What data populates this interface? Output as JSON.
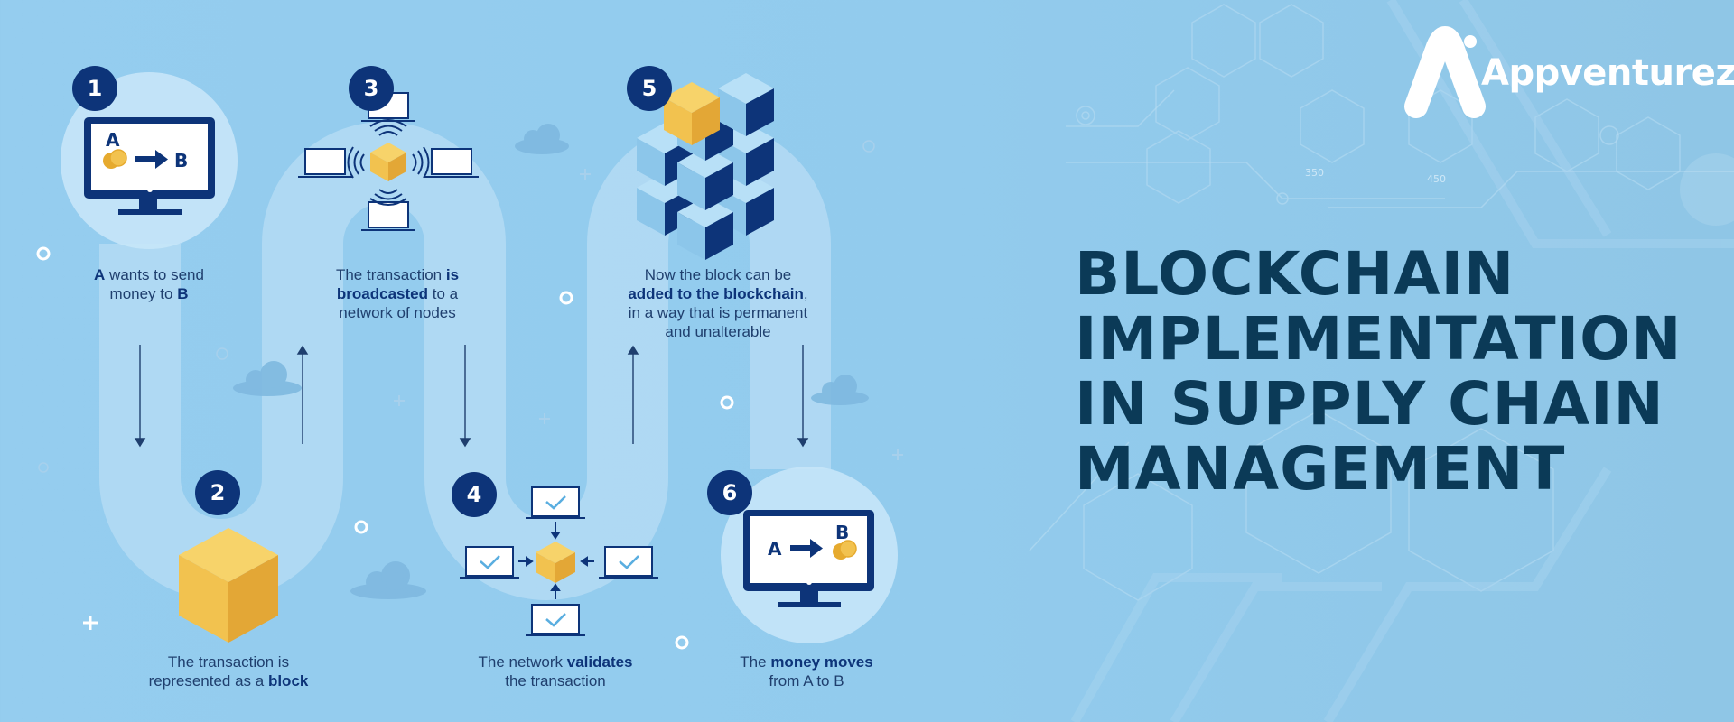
{
  "brand": {
    "name": "Appventurez"
  },
  "headline": {
    "lines": [
      "BLOCKCHAIN",
      "IMPLEMENTATION",
      "IN SUPPLY CHAIN",
      "MANAGEMENT"
    ]
  },
  "steps": [
    {
      "number": "1",
      "screen_from": "A",
      "screen_to": "B",
      "caption": [
        [
          {
            "t": "A",
            "b": true
          },
          {
            "t": " wants to send",
            "b": false
          }
        ],
        [
          {
            "t": "money to ",
            "b": false
          },
          {
            "t": "B",
            "b": true
          }
        ]
      ]
    },
    {
      "number": "2",
      "caption": [
        [
          {
            "t": "The transaction is",
            "b": false
          }
        ],
        [
          {
            "t": "represented as a ",
            "b": false
          },
          {
            "t": "block",
            "b": true
          }
        ]
      ]
    },
    {
      "number": "3",
      "caption": [
        [
          {
            "t": "The transaction ",
            "b": false
          },
          {
            "t": "is",
            "b": true
          }
        ],
        [
          {
            "t": "broadcasted",
            "b": true
          },
          {
            "t": " to a",
            "b": false
          }
        ],
        [
          {
            "t": "network of nodes",
            "b": false
          }
        ]
      ]
    },
    {
      "number": "4",
      "caption": [
        [
          {
            "t": "The network ",
            "b": false
          },
          {
            "t": "validates",
            "b": true
          }
        ],
        [
          {
            "t": "the transaction",
            "b": false
          }
        ]
      ]
    },
    {
      "number": "5",
      "caption": [
        [
          {
            "t": "Now the block can be",
            "b": false
          }
        ],
        [
          {
            "t": "added to the blockchain",
            "b": true
          },
          {
            "t": ",",
            "b": false
          }
        ],
        [
          {
            "t": "in a way that is permanent",
            "b": false
          }
        ],
        [
          {
            "t": "and unalterable",
            "b": false
          }
        ]
      ]
    },
    {
      "number": "6",
      "screen_from": "A",
      "screen_to": "B",
      "caption": [
        [
          {
            "t": "The ",
            "b": false
          },
          {
            "t": "money moves",
            "b": true
          }
        ],
        [
          {
            "t": "from A to B",
            "b": false
          }
        ]
      ]
    }
  ],
  "decor_numbers": [
    "350",
    "450"
  ],
  "colors": {
    "navy": "#0d3479",
    "gold": "#f2c24f",
    "headline": "#0b3a57",
    "path": "#b4dbf3"
  }
}
